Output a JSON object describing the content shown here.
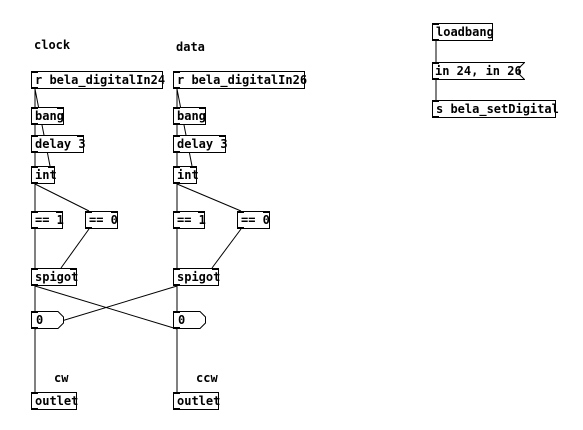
{
  "comments": {
    "clock": "clock",
    "data": "data",
    "cw": "cw",
    "ccw": "ccw"
  },
  "left": {
    "receive": "r bela_digitalIn24",
    "bang": "bang",
    "delay": "delay 3",
    "int": "int",
    "eq1": "== 1",
    "eq0": "== 0",
    "spigot": "spigot",
    "number": "0",
    "outlet": "outlet"
  },
  "right": {
    "receive": "r bela_digitalIn26",
    "bang": "bang",
    "delay": "delay 3",
    "int": "int",
    "eq1": "== 1",
    "eq0": "== 0",
    "spigot": "spigot",
    "number": "0",
    "outlet": "outlet"
  },
  "init": {
    "loadbang": "loadbang",
    "message": "in 24, in 26",
    "send": "s bela_setDigital"
  }
}
